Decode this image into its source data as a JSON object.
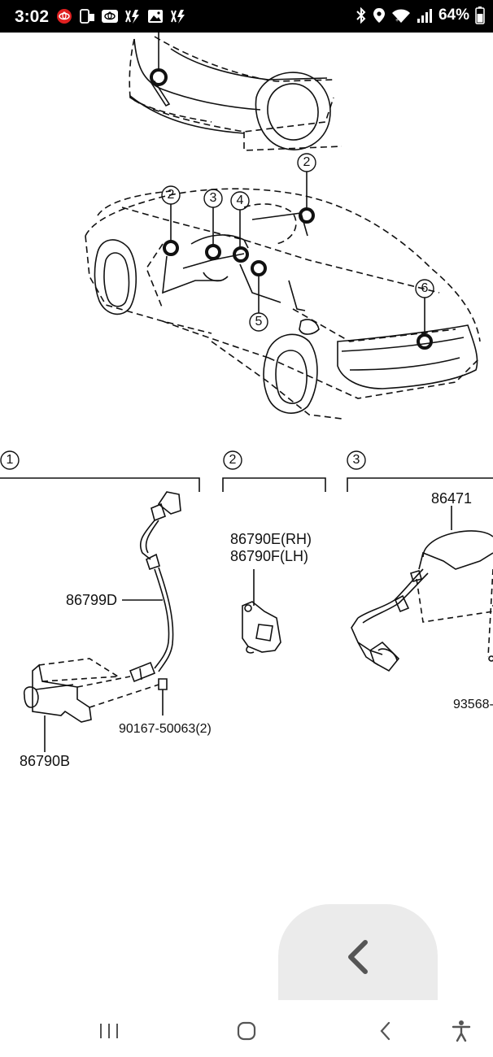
{
  "status_bar": {
    "time": "3:02",
    "battery_percent": "64%",
    "left_icons": [
      "toyota-app-icon",
      "nfc-icon",
      "toyota-logo-icon",
      "lightning-app-icon",
      "gallery-icon",
      "lightning-app-icon"
    ],
    "right_icons": [
      "bluetooth-icon",
      "location-icon",
      "wifi-icon",
      "signal-icon",
      "battery-icon"
    ]
  },
  "diagram": {
    "callouts_top": [
      "2",
      "3",
      "4",
      "5",
      "6",
      "2"
    ],
    "section_headers": [
      {
        "number": "1"
      },
      {
        "number": "2"
      },
      {
        "number": "3"
      }
    ],
    "section1": {
      "harness_part": "86799D",
      "camera_part": "86790B",
      "bolt_part": "90167-50063(2)"
    },
    "section2": {
      "part_rh": "86790E(RH)",
      "part_lh": "86790F(LH)"
    },
    "section3": {
      "mirror_part": "86471",
      "clip_part": "93568-"
    }
  },
  "overlay": {
    "back_button_icon": "chevron-left-icon"
  },
  "nav_bar": {
    "recents_icon": "recents-icon",
    "home_icon": "home-icon",
    "back_icon": "back-icon",
    "accessibility_icon": "accessibility-icon"
  }
}
